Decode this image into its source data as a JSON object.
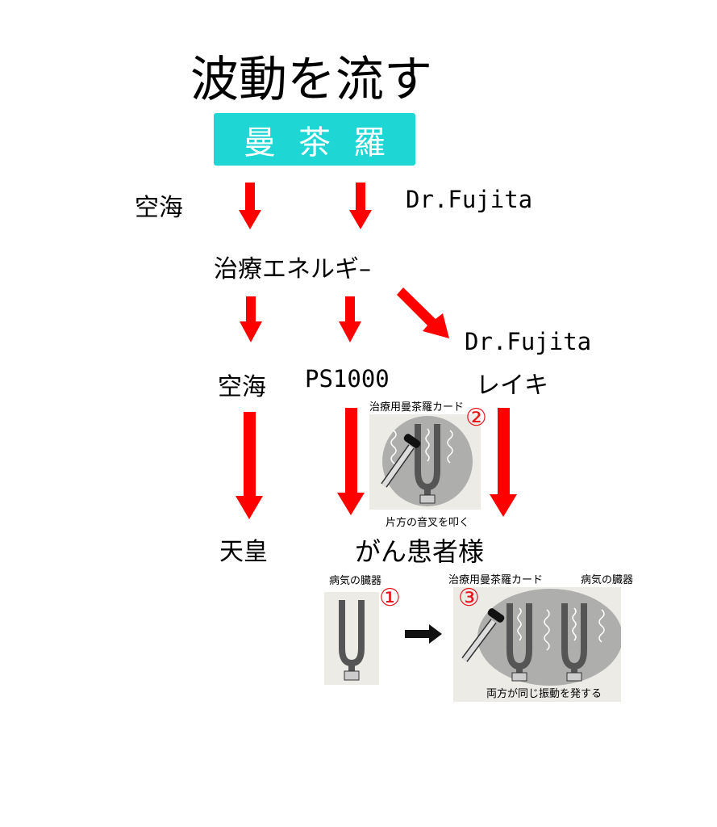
{
  "title": "波動を流す",
  "mandala": [
    "曼",
    "茶",
    "羅"
  ],
  "colors": {
    "mandala_box": "#1ed6d4",
    "arrow": "#ff0000",
    "number": "#e8141c"
  },
  "row1": {
    "left": "空海",
    "right": "Dr.Fujita"
  },
  "energy": "治療エネルギ–",
  "row2": {
    "fujita": "Dr.Fujita",
    "kukai": "空海",
    "ps": "PS1000",
    "reiki": "レイキ"
  },
  "bottom": {
    "emperor": "天皇",
    "patients": "がん患者様"
  },
  "figure2": {
    "caption_top": "治療用曼茶羅カード",
    "number": "②",
    "caption_bottom": "片方の音叉を叩く"
  },
  "figure1": {
    "caption": "病気の臓器",
    "number": "①"
  },
  "figure3": {
    "caption_left": "治療用曼茶羅カード",
    "caption_right": "病気の臓器",
    "number": "③",
    "caption_bottom": "両方が同じ振動を発する"
  }
}
